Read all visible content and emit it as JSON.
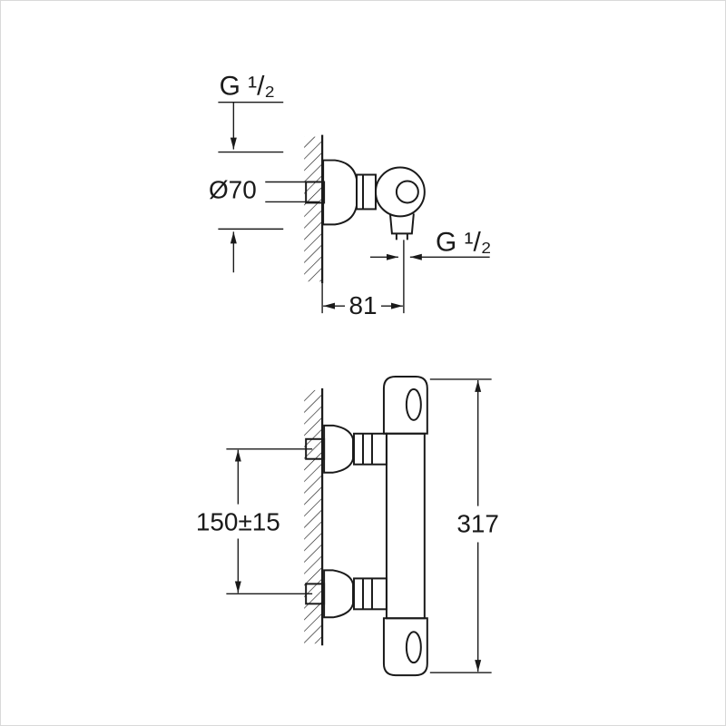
{
  "drawing": {
    "colors": {
      "line": "#1a1a1a",
      "background": "#ffffff"
    },
    "top_view": {
      "thread_label_inlet": "G ¹/₂",
      "diameter_label": "Ø70",
      "wall_distance_label": "81",
      "thread_label_outlet": "G ¹/₂"
    },
    "front_view": {
      "inlet_spacing_label": "150±15",
      "overall_height_label": "317"
    }
  }
}
